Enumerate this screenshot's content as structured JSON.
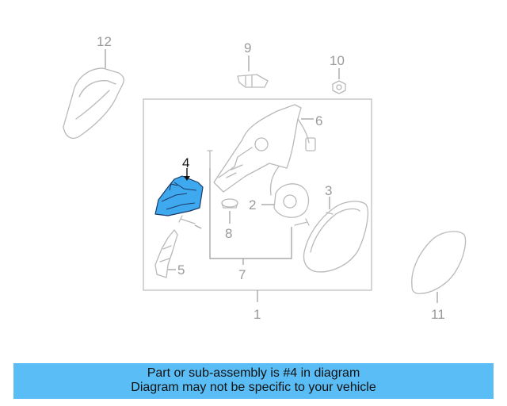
{
  "diagram": {
    "callouts": {
      "c1": "1",
      "c2": "2",
      "c3": "3",
      "c4": "4",
      "c5": "5",
      "c6": "6",
      "c7": "7",
      "c8": "8",
      "c9": "9",
      "c10": "10",
      "c11": "11",
      "c12": "12"
    },
    "highlight_color": "#3fa9ef",
    "highlighted_part": "4"
  },
  "banner": {
    "line1": "Part or sub-assembly is #4 in diagram",
    "line2": "Diagram may not be specific to your vehicle",
    "color": "#5bbdf5"
  }
}
